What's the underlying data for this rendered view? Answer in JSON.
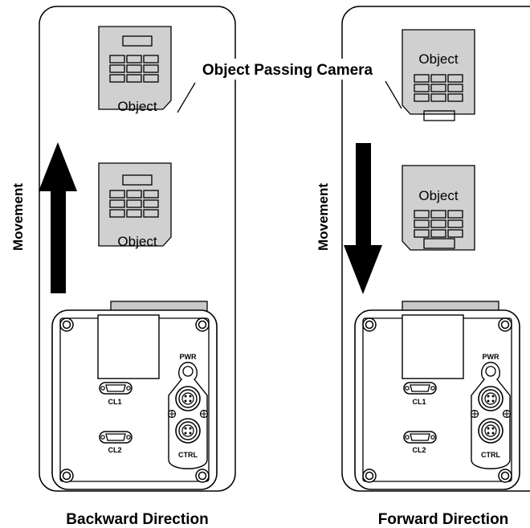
{
  "labels": {
    "callout": "Object Passing Camera",
    "movement_left": "Movement",
    "movement_right": "Movement",
    "caption_left": "Backward Direction",
    "caption_right": "Forward Direction"
  },
  "panels": [
    {
      "objects": [
        {
          "label": "Object"
        },
        {
          "label": "Object"
        }
      ],
      "camera": {
        "pwr": "PWR",
        "ctrl": "CTRL",
        "cl1": "CL1",
        "cl2": "CL2"
      }
    },
    {
      "objects": [
        {
          "label": "Object"
        },
        {
          "label": "Object"
        }
      ],
      "camera": {
        "pwr": "PWR",
        "ctrl": "CTRL",
        "cl1": "CL1",
        "cl2": "CL2"
      }
    }
  ],
  "colors": {
    "object_fill": "#d0d0d0",
    "camera_mount_fill": "#c8c8c8",
    "arrow": "#000000"
  }
}
